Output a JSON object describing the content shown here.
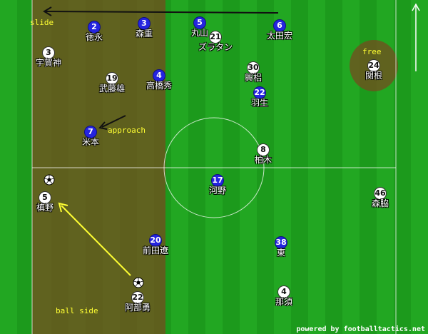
{
  "annotations": {
    "slide": "slide",
    "free": "free",
    "approach": "approach",
    "ball_side": "ball side"
  },
  "credit": "powered by footballtactics.net",
  "players": [
    {
      "number": "2",
      "name": "徳永",
      "team": "blue"
    },
    {
      "number": "3",
      "name": "森重",
      "team": "blue"
    },
    {
      "number": "5",
      "name": "丸山",
      "team": "blue"
    },
    {
      "number": "21",
      "name": "ズラタン",
      "team": "white"
    },
    {
      "number": "6",
      "name": "太田宏",
      "team": "blue"
    },
    {
      "number": "3",
      "name": "宇賀神",
      "team": "white"
    },
    {
      "number": "24",
      "name": "関根",
      "team": "white"
    },
    {
      "number": "19",
      "name": "武藤雄",
      "team": "white"
    },
    {
      "number": "4",
      "name": "高橋秀",
      "team": "blue"
    },
    {
      "number": "30",
      "name": "興梠",
      "team": "white"
    },
    {
      "number": "22",
      "name": "羽生",
      "team": "blue"
    },
    {
      "number": "7",
      "name": "米本",
      "team": "blue"
    },
    {
      "number": "8",
      "name": "柏木",
      "team": "white"
    },
    {
      "number": "17",
      "name": "河野",
      "team": "blue"
    },
    {
      "number": "5",
      "name": "槙野",
      "team": "white"
    },
    {
      "number": "46",
      "name": "森脇",
      "team": "white"
    },
    {
      "number": "20",
      "name": "前田遼",
      "team": "blue"
    },
    {
      "number": "38",
      "name": "東",
      "team": "blue"
    },
    {
      "number": "22",
      "name": "阿部勇",
      "team": "white"
    },
    {
      "number": "4",
      "name": "那須",
      "team": "white"
    }
  ],
  "colors": {
    "blue_team": "#2424e0",
    "white_team": "#ffffff",
    "highlight_zone": "#784820",
    "annotation": "#ffff33"
  },
  "icons": [
    "soccer-ball-icon",
    "soccer-ball-icon"
  ]
}
